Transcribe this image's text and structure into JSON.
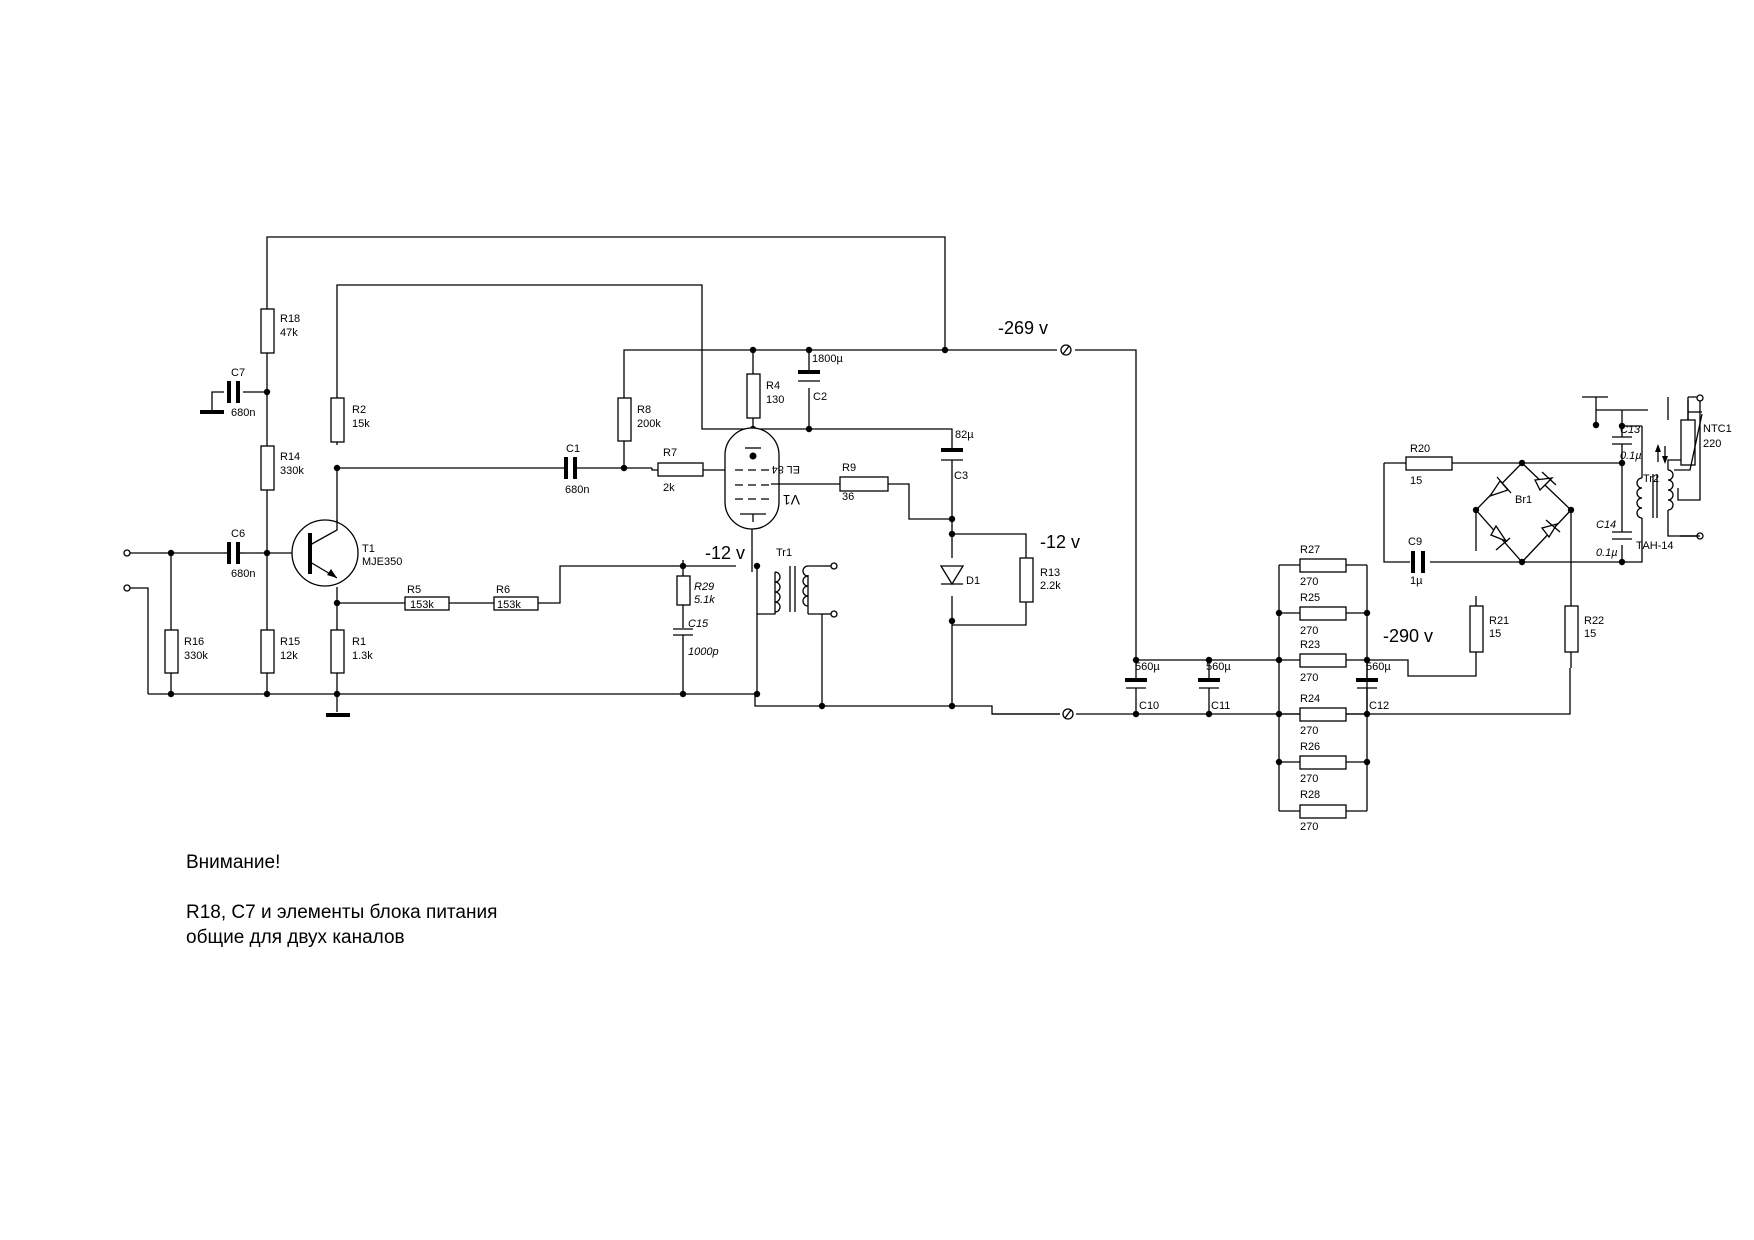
{
  "components": {
    "r18": [
      "R18",
      "47k"
    ],
    "r14": [
      "R14",
      "330k"
    ],
    "r15": [
      "R15",
      "12k"
    ],
    "r16": [
      "R16",
      "330k"
    ],
    "r2": [
      "R2",
      "15k"
    ],
    "r1": [
      "R1",
      "1.3k"
    ],
    "r5": [
      "R5",
      "153k"
    ],
    "r6": [
      "R6",
      "153k"
    ],
    "r7": [
      "R7",
      "2k"
    ],
    "r8": [
      "R8",
      "200k"
    ],
    "r4": [
      "R4",
      "130"
    ],
    "r9": [
      "R9",
      "36"
    ],
    "r13": [
      "R13",
      "2.2k"
    ],
    "r29": [
      "R29",
      "5.1k"
    ],
    "r27": [
      "R27",
      "270"
    ],
    "r25": [
      "R25",
      "270"
    ],
    "r23": [
      "R23",
      "270"
    ],
    "r24": [
      "R24",
      "270"
    ],
    "r26": [
      "R26",
      "270"
    ],
    "r28": [
      "R28",
      "270"
    ],
    "r20": [
      "R20",
      "15"
    ],
    "r21": [
      "R21",
      "15"
    ],
    "r22": [
      "R22",
      "15"
    ],
    "c7": [
      "C7",
      "680n"
    ],
    "c6": [
      "C6",
      "680n"
    ],
    "c1": [
      "C1",
      "680n"
    ],
    "c2": [
      "C2",
      "1800µ"
    ],
    "c3": [
      "C3",
      "82µ"
    ],
    "c15": [
      "C15",
      "1000p"
    ],
    "c10": [
      "C10",
      "560µ"
    ],
    "c11": [
      "C11",
      "560µ"
    ],
    "c12": [
      "C12",
      "560µ"
    ],
    "c9": [
      "C9",
      "1µ"
    ],
    "c13": [
      "C13",
      "0.1µ"
    ],
    "c14": [
      "C14",
      "0.1µ"
    ],
    "t1": [
      "T1",
      "MJE350"
    ],
    "v1": [
      "V1",
      "EL 84"
    ],
    "d1": [
      "D1"
    ],
    "tr1": [
      "Tr1"
    ],
    "tr2": [
      "Tr2",
      "ТАН-14"
    ],
    "br1": [
      "Br1"
    ],
    "ntc1": [
      "NTC1",
      "220"
    ]
  },
  "voltages": {
    "v269": "-269 v",
    "v12a": "-12 v",
    "v12b": "-12 v",
    "v290": "-290 v"
  },
  "note": {
    "line1": "Внимание!",
    "line2": "R18, C7 и элементы блока питания",
    "line3": "общие для двух каналов"
  }
}
